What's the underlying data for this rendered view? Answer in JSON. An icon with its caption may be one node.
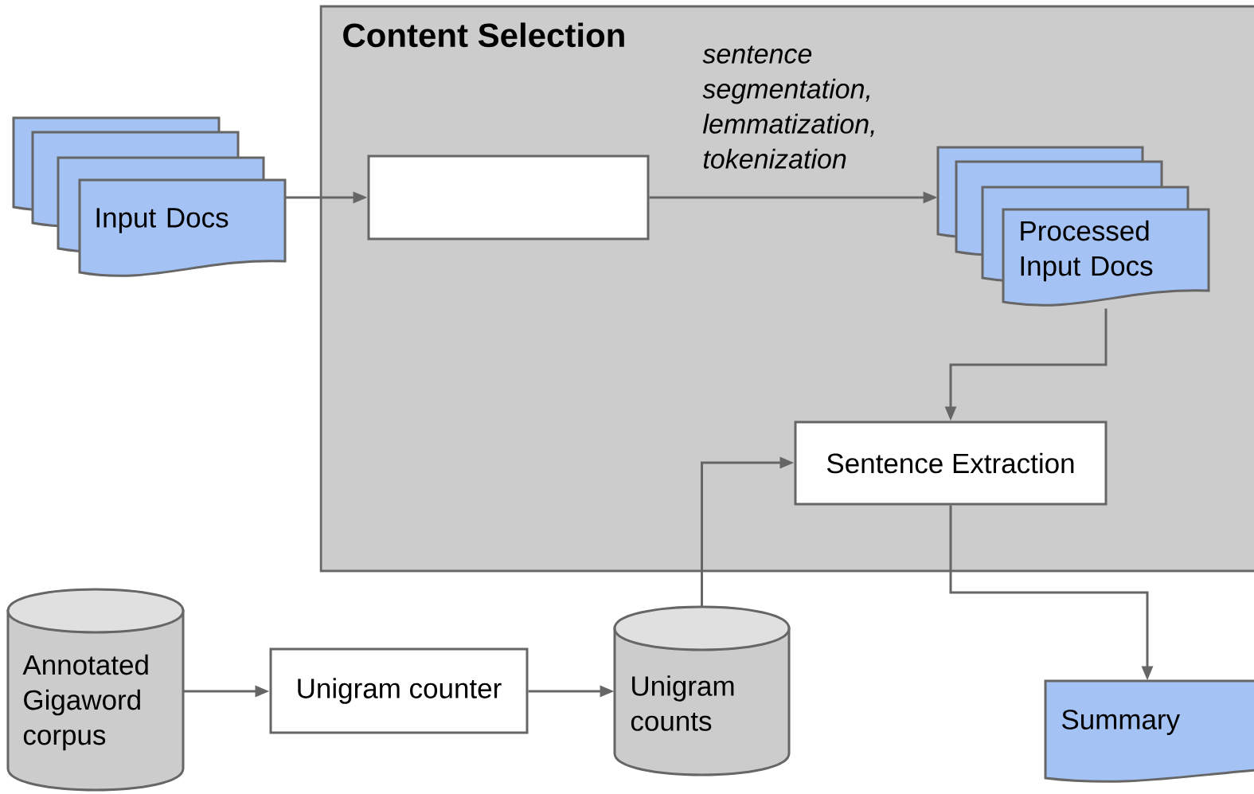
{
  "diagram": {
    "nodes": [
      {
        "text": [
          "Content Selection"
        ]
      },
      {
        "text": [
          "Input Docs"
        ]
      },
      {
        "text": [],
        "shape": "box",
        "in": 0
      },
      {
        "text": [
          "Processed Input Docs"
        ],
        "in": 0
      },
      {
        "text": [
          "Sentence Extraction"
        ],
        "in": 0
      },
      {
        "text": [
          "Annotated Gigaword corpus"
        ]
      },
      {
        "text": [
          "Unigram counter"
        ]
      },
      {
        "text": [
          "Unigram counts"
        ]
      },
      {
        "text": [
          "Summary"
        ]
      }
    ],
    "edges": [
      {
        "from": 1,
        "to": 2,
        "arrow": "to"
      },
      {
        "from": 2,
        "to": 3,
        "arrow": "to",
        "label": "sentence segmentation, lemmatization, tokenization"
      },
      {
        "from": 3,
        "to": 4,
        "arrow": "to"
      },
      {
        "from": 7,
        "to": 4,
        "arrow": "to"
      },
      {
        "from": 4,
        "to": 8,
        "arrow": "to"
      },
      {
        "from": 5,
        "to": 6,
        "arrow": "to"
      },
      {
        "from": 6,
        "to": 7,
        "arrow": "to"
      }
    ]
  }
}
